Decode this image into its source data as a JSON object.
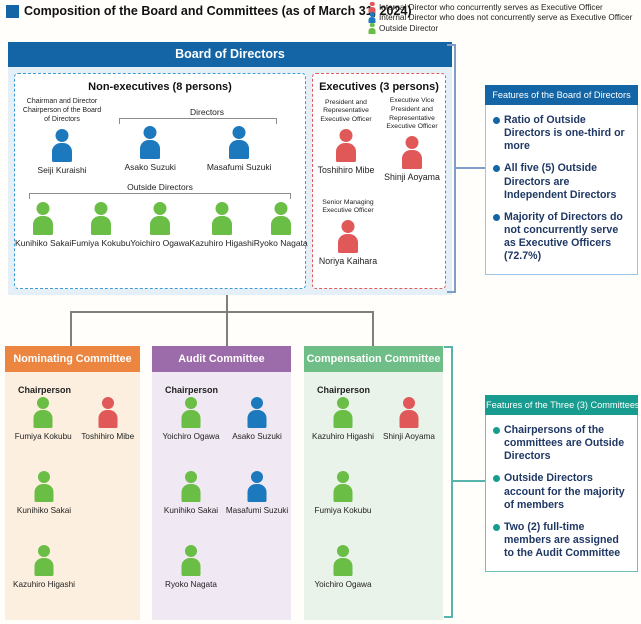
{
  "colors": {
    "red": "#E05858",
    "blue": "#1D79BE",
    "green": "#6ABD45",
    "dark_blue": "#1365A6",
    "teal": "#189C8F",
    "nominating_header": "#EC8540",
    "nominating_body": "#FCEFDF",
    "audit_header": "#9C6BA9",
    "audit_body": "#F0E8F3",
    "compensation_header": "#6FBE87",
    "compensation_body": "#EAF3EA"
  },
  "title": "Composition of the Board and Committees (as of March 31, 2024)",
  "legend": [
    {
      "type": "red",
      "label": "Internal Director who concurrently serves as Executive Officer"
    },
    {
      "type": "blue",
      "label": "Internal Director who does not concurrently serve as Executive Officer"
    },
    {
      "type": "green",
      "label": "Outside Director"
    }
  ],
  "board": {
    "title": "Board of Directors",
    "non_executives": {
      "title": "Non-executives (8 persons)",
      "chairman_role": "Chairman and Director Chairperson of the Board of Directors",
      "chairman": {
        "name": "Seiji Kuraishi",
        "type": "blue"
      },
      "directors_label": "Directors",
      "directors": [
        {
          "name": "Asako Suzuki",
          "type": "blue"
        },
        {
          "name": "Masafumi Suzuki",
          "type": "blue"
        }
      ],
      "outside_label": "Outside Directors",
      "outside_directors": [
        {
          "name": "Kunihiko Sakai",
          "type": "green"
        },
        {
          "name": "Fumiya Kokubu",
          "type": "green"
        },
        {
          "name": "Yoichiro Ogawa",
          "type": "green"
        },
        {
          "name": "Kazuhiro Higashi",
          "type": "green"
        },
        {
          "name": "Ryoko Nagata",
          "type": "green"
        }
      ]
    },
    "executives": {
      "title": "Executives (3 persons)",
      "members": [
        {
          "role": "President and Representative Executive Officer",
          "name": "Toshihiro Mibe",
          "type": "red"
        },
        {
          "role": "Executive Vice President and Representative Executive Officer",
          "name": "Shinji Aoyama",
          "type": "red"
        },
        {
          "role": "Senior Managing Executive Officer",
          "name": "Noriya Kaihara",
          "type": "red"
        }
      ]
    }
  },
  "board_features": {
    "title": "Features of the Board of Directors",
    "bullets": [
      "Ratio of Outside Directors is one-third or more",
      "All five (5) Outside Directors are Independent Directors",
      "Majority of Directors do not concurrently serve as Executive Officers (72.7%)"
    ]
  },
  "committees": [
    {
      "name": "Nominating Committee",
      "chair_label": "Chairperson",
      "header_color": "#EC8540",
      "body_color": "#FCEFDF",
      "rows": [
        [
          {
            "name": "Fumiya Kokubu",
            "type": "green"
          },
          {
            "name": "Toshihiro Mibe",
            "type": "red"
          }
        ],
        [
          {
            "name": "Kunihiko Sakai",
            "type": "green"
          }
        ],
        [
          {
            "name": "Kazuhiro Higashi",
            "type": "green"
          }
        ]
      ]
    },
    {
      "name": "Audit Committee",
      "chair_label": "Chairperson",
      "header_color": "#9C6BA9",
      "body_color": "#F0E8F3",
      "rows": [
        [
          {
            "name": "Yoichiro Ogawa",
            "type": "green"
          },
          {
            "name": "Asako Suzuki",
            "type": "blue"
          }
        ],
        [
          {
            "name": "Kunihiko Sakai",
            "type": "green"
          },
          {
            "name": "Masafumi Suzuki",
            "type": "blue"
          }
        ],
        [
          {
            "name": "Ryoko Nagata",
            "type": "green"
          }
        ]
      ]
    },
    {
      "name": "Compensation Committee",
      "chair_label": "Chairperson",
      "header_color": "#6FBE87",
      "body_color": "#EAF3EA",
      "rows": [
        [
          {
            "name": "Kazuhiro Higashi",
            "type": "green"
          },
          {
            "name": "Shinji Aoyama",
            "type": "red"
          }
        ],
        [
          {
            "name": "Fumiya Kokubu",
            "type": "green"
          }
        ],
        [
          {
            "name": "Yoichiro Ogawa",
            "type": "green"
          }
        ]
      ]
    }
  ],
  "committee_features": {
    "title": "Features of the Three (3) Committees",
    "bullets": [
      "Chairpersons of the committees are Outside Directors",
      "Outside Directors account for the majority of members",
      "Two (2) full-time members are assigned to the Audit Committee"
    ]
  }
}
